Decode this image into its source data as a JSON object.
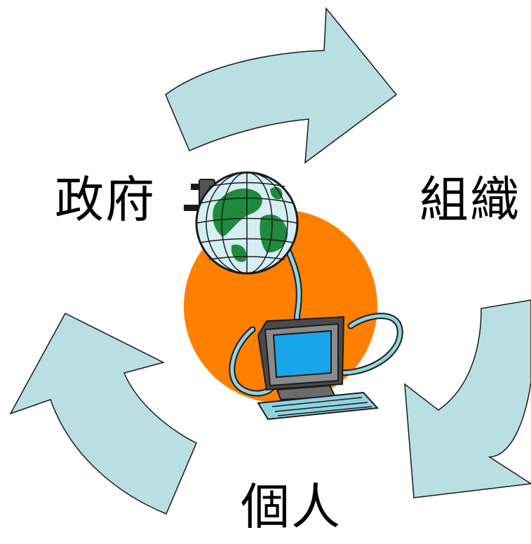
{
  "labels": {
    "government": "政府",
    "organization": "組織",
    "individual": "個人"
  },
  "colors": {
    "arrow_fill": "#b9dfe3",
    "arrow_stroke": "#1a1a1a",
    "circle": "#ff8000",
    "globe_water": "#d4eef3",
    "globe_land": "#1f8a3c",
    "monitor_screen": "#19a6e8",
    "computer_body": "#6b6b6b",
    "cable": "#8fd3e0"
  },
  "icons": [
    "cycle-arrow-top",
    "cycle-arrow-right",
    "cycle-arrow-left",
    "globe-icon",
    "plug-icon",
    "computer-icon",
    "keyboard-icon"
  ]
}
